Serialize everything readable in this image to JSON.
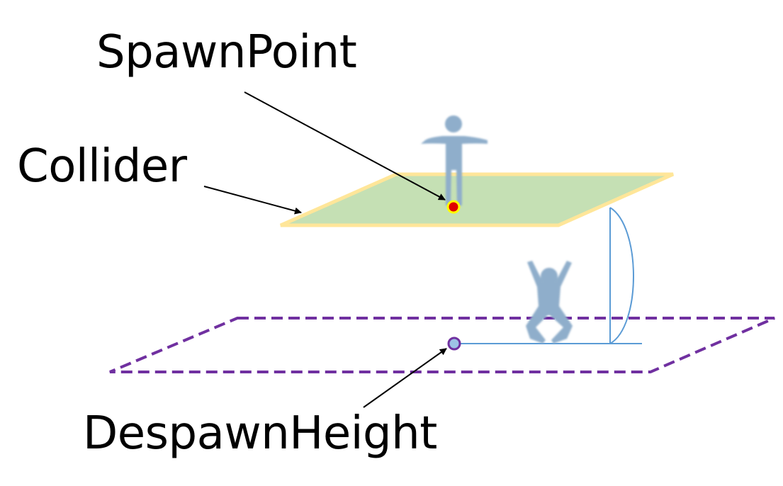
{
  "diagram": {
    "labels": {
      "spawn_point": "SpawnPoint",
      "collider": "Collider",
      "despawn_height": "DespawnHeight"
    },
    "colors": {
      "collider_fill": "#c5e0b4",
      "collider_border": "#ffe699",
      "spawn_point_fill": "#e00000",
      "spawn_point_ring": "#ffff00",
      "despawn_line": "#7030a0",
      "despawn_point_fill": "#9dc3e6",
      "height_line": "#5b9bd5",
      "figure": "#8faecb",
      "arrow": "#000000"
    },
    "icons": {
      "standing_figure": "person-standing-icon",
      "falling_figure": "person-jumping-icon"
    }
  }
}
